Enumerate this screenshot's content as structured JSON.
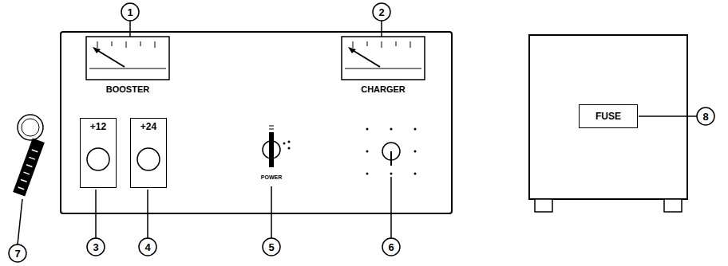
{
  "diagram": {
    "nodes": [
      {
        "text": [
          "+12"
        ]
      },
      {
        "text": [
          "+24"
        ]
      },
      {
        "text": [
          "FUSE"
        ]
      }
    ],
    "labels": [
      "1",
      "2",
      "BOOSTER",
      "CHARGER",
      "3",
      "4",
      "POWER",
      "5",
      "6",
      "7",
      "8"
    ]
  }
}
